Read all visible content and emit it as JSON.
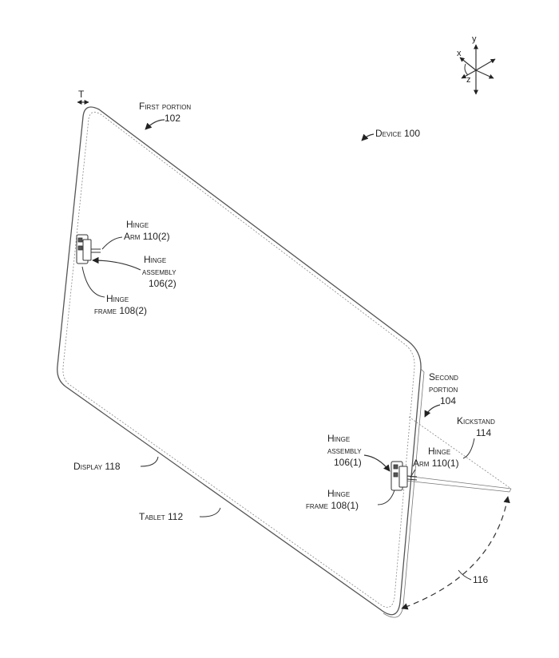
{
  "labels": {
    "first_portion": "First portion",
    "first_portion_num": "102",
    "device": "Device 100",
    "t_marker": "T",
    "hinge_arm_2_a": "Hinge",
    "hinge_arm_2_b": "Arm 110(2)",
    "hinge_assembly_2_a": "Hinge",
    "hinge_assembly_2_b": "assembly",
    "hinge_assembly_2_c": "106(2)",
    "hinge_frame_2_a": "Hinge",
    "hinge_frame_2_b": "frame 108(2)",
    "second_portion_a": "Second",
    "second_portion_b": "portion",
    "second_portion_c": "104",
    "kickstand_a": "Kickstand",
    "kickstand_b": "114",
    "hinge_assembly_1_a": "Hinge",
    "hinge_assembly_1_b": "assembly",
    "hinge_assembly_1_c": "106(1)",
    "hinge_arm_1_a": "Hinge",
    "hinge_arm_1_b": "Arm 110(1)",
    "hinge_frame_1_a": "Hinge",
    "hinge_frame_1_b": "frame 108(1)",
    "display": "Display 118",
    "tablet": "Tablet 112",
    "angle": "116"
  },
  "axes": {
    "x": "x",
    "y": "y",
    "z": "z"
  }
}
